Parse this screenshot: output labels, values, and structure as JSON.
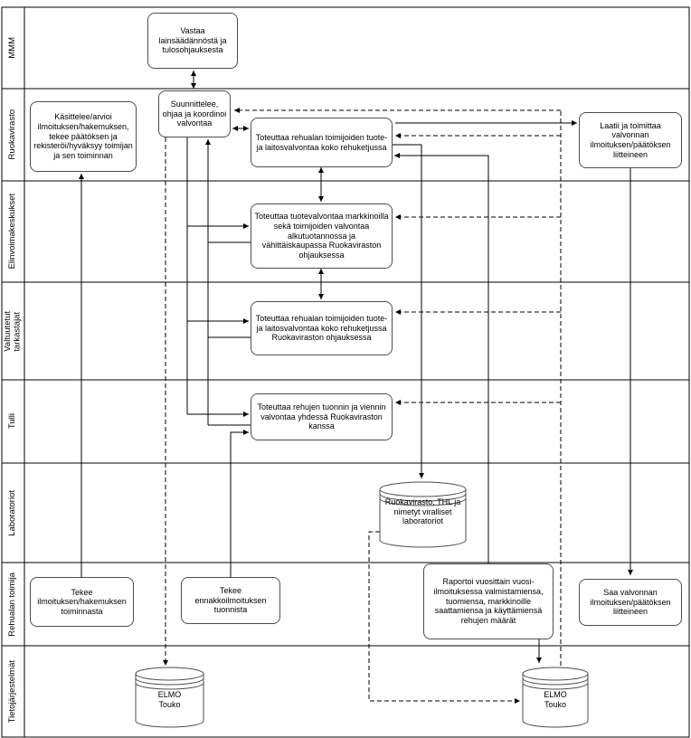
{
  "lanes": [
    {
      "label": "MMM"
    },
    {
      "label": "Ruokavirasto"
    },
    {
      "label": "Elinvoimakeskukset"
    },
    {
      "label": "Valtuutetut\ntarkastajat"
    },
    {
      "label": "Tulli"
    },
    {
      "label": "Laboratoriot"
    },
    {
      "label": "Rehualan toimija"
    },
    {
      "label": "Tietojärjestelmät"
    }
  ],
  "nodes": {
    "vastaa": "Vastaa lainsäädännöstä ja tulosohjauksesta",
    "kasittelee": "Käsittelee/arvioi ilmoituksen/hakemuksen, tekee päätöksen ja rekisteröi/hyväksyy toimijan ja sen toiminnan",
    "suunnittelee": "Suunnittelee, ohjaa ja koordinoi valvontaa",
    "toteuttaa_ruokavirasto": "Toteuttaa rehualan toimijoiden tuote- ja laitosvalvontaa koko rehuketjussa",
    "laatii": "Laatii ja toimittaa valvonnan ilmoituksen/päätöksen liitteineen",
    "toteuttaa_elinvoima": "Toteuttaa tuotevalvontaa markkinoilla sekä toimijoiden valvontaa alkutuotannossa ja vähittäiskaupassa Ruokaviraston ohjauksessa",
    "toteuttaa_valtuutetut": "Toteuttaa rehualan toimijoiden tuote- ja laitosvalvontaa koko rehuketjussa Ruokaviraston ohjauksessa",
    "tulli": "Toteuttaa rehujen tuonnin ja viennin valvontaa yhdessä Ruokaviraston kanssa",
    "laboratoriot": "Ruokavirasto, THL ja nimetyt viralliset laboratoriot",
    "tekee_ilmoituksen": "Tekee ilmoituksen/hakemuksen toiminnasta",
    "tekee_ennakkoilmoituksen": "Tekee ennakkoilmoituksen tuonnista",
    "raportoi": "Raportoi vuosittain vuosi-ilmoituksessa valmistamiensa, tuomiensa, markkinoille saattamiensa ja käyttämiensä rehujen määrät",
    "saa_valvonnan": "Saa valvonnan ilmoituksen/päätöksen liitteineen",
    "elmo_left": "ELMO\nTouko",
    "elmo_right": "ELMO\nTouko"
  },
  "colors": {
    "lane_border": "#000000",
    "node_border": "#4d4d4d",
    "background": "#ffffff"
  }
}
